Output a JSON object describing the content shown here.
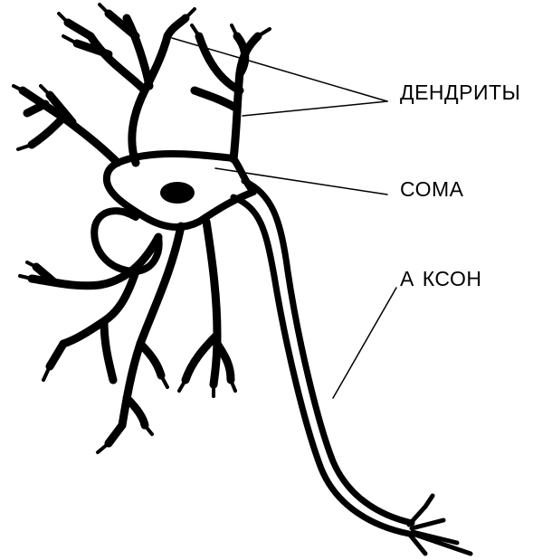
{
  "labels": {
    "dendrites": "ДЕНДРИТЫ",
    "soma": "СОМА",
    "axon": "А КСОН"
  },
  "colors": {
    "ink": "#000000",
    "background": "#ffffff"
  }
}
